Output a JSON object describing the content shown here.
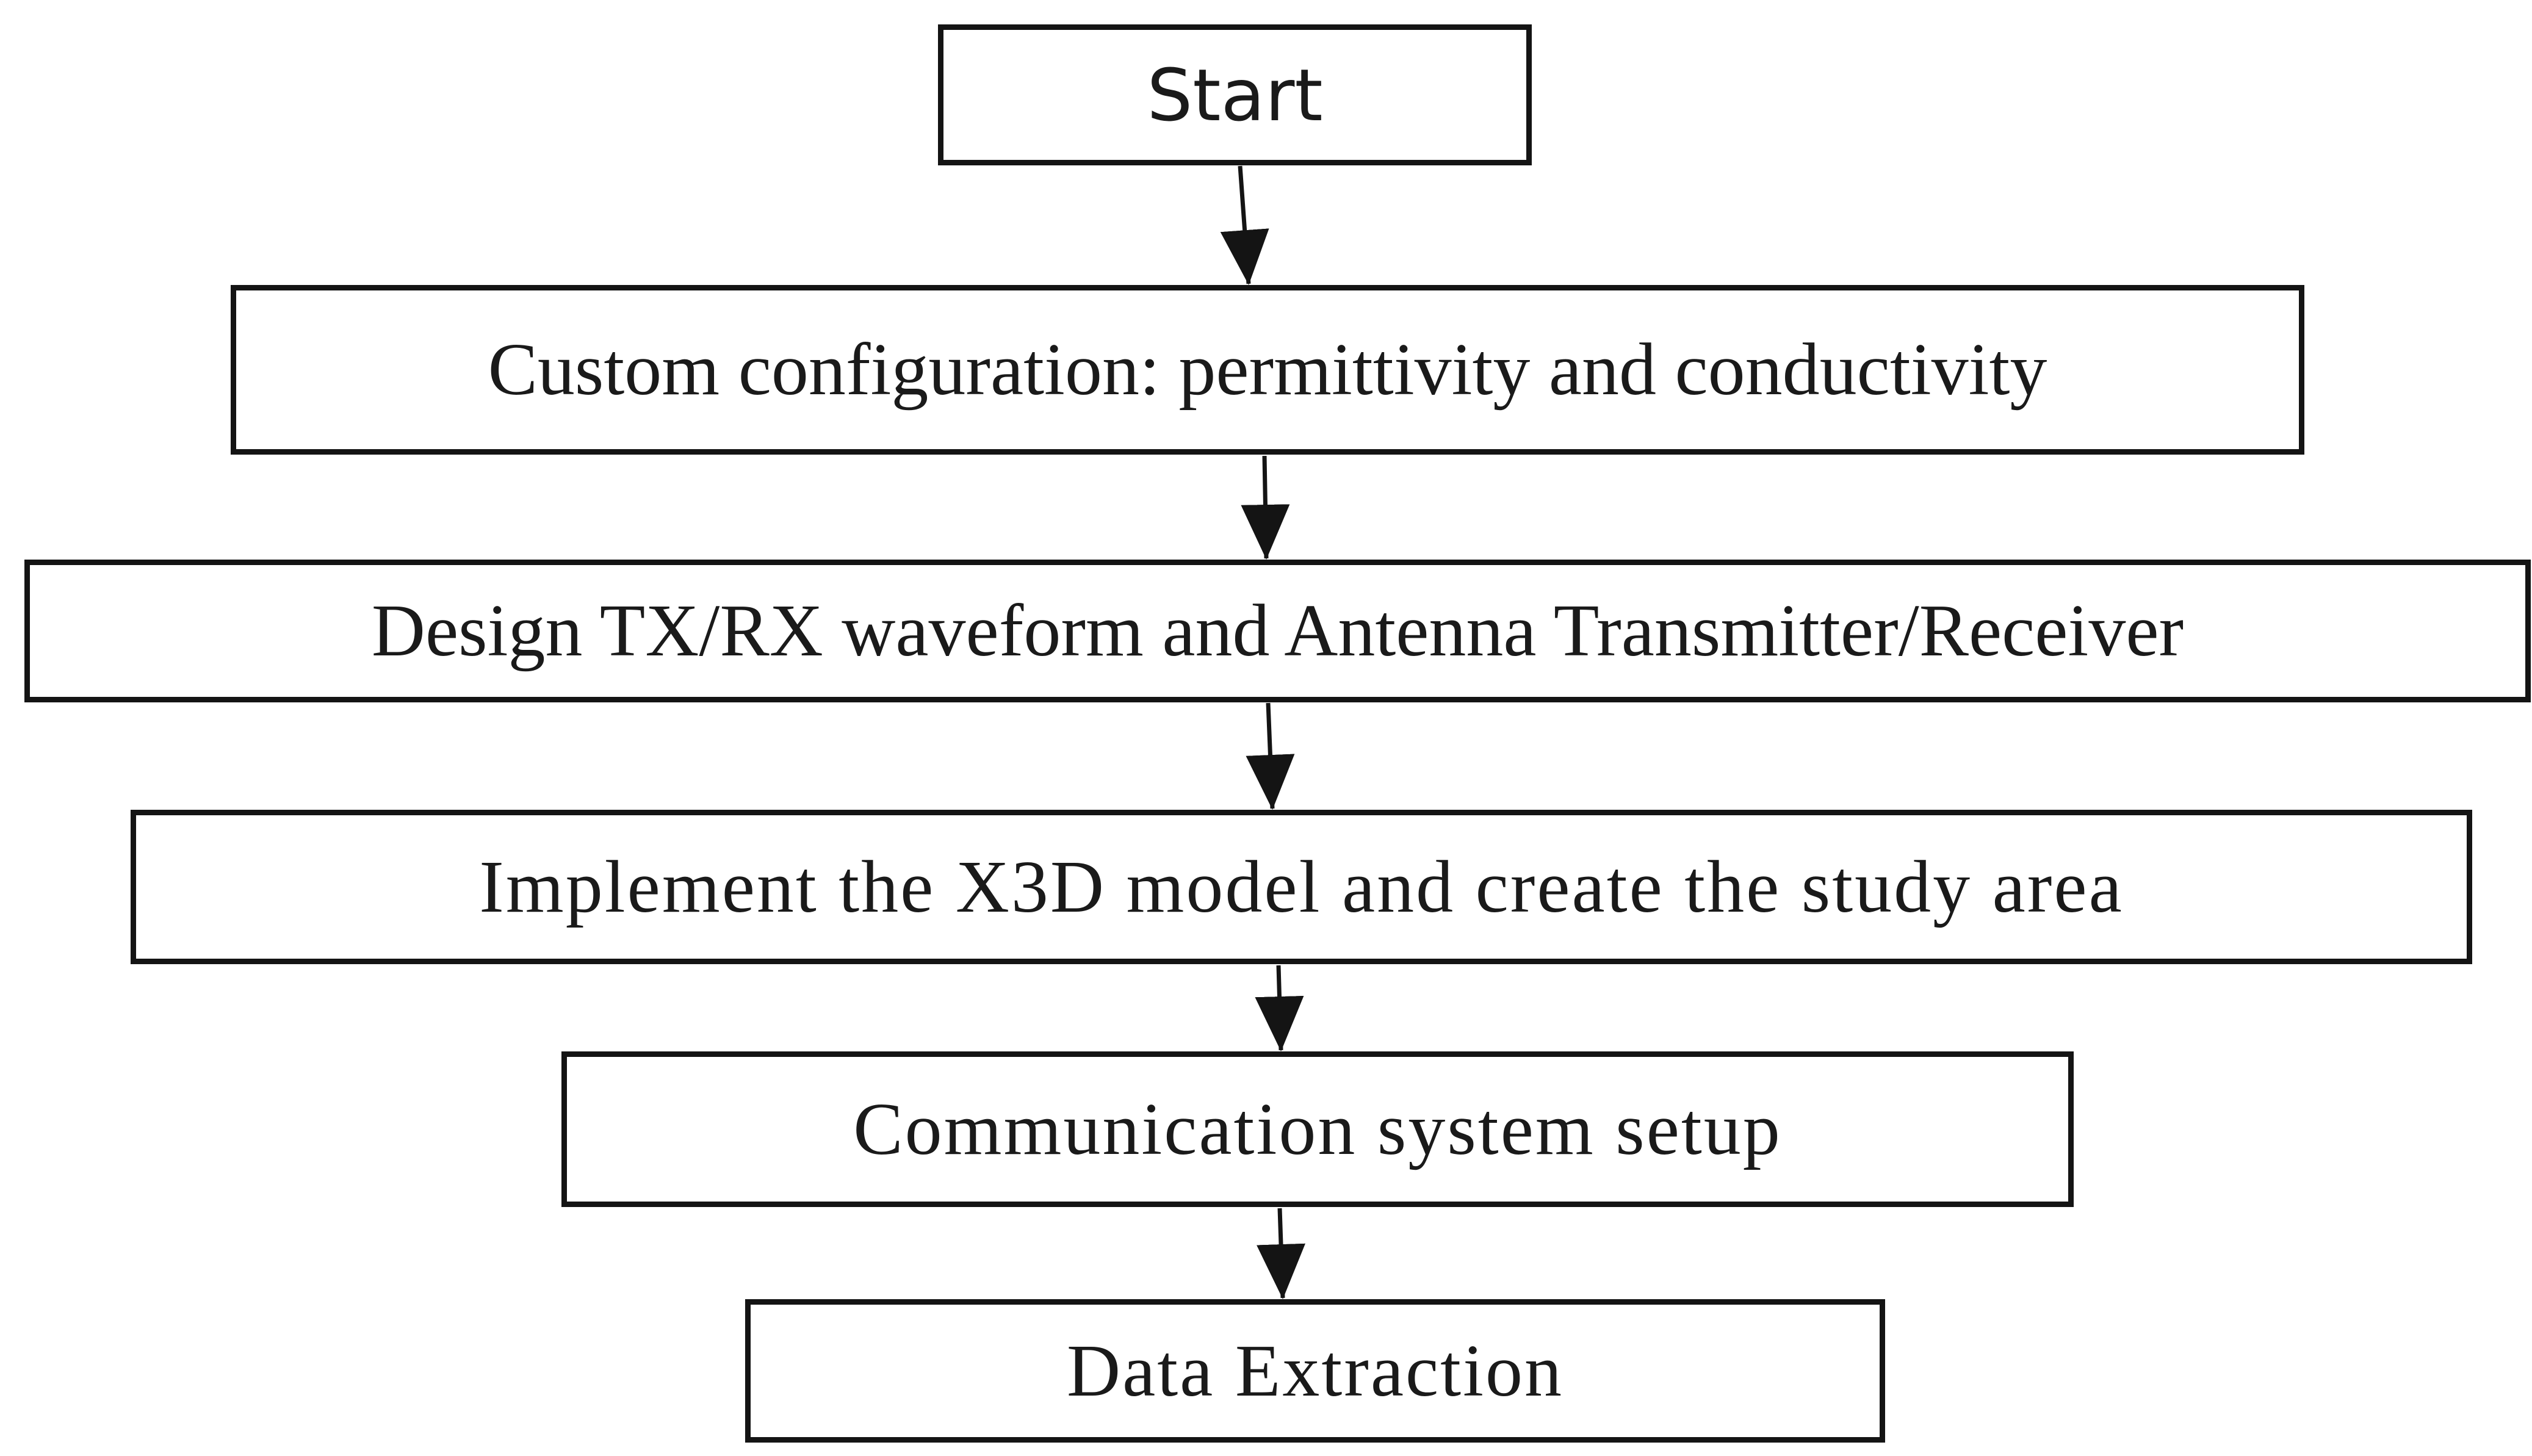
{
  "flowchart": {
    "steps": [
      {
        "id": "start",
        "label": "Start"
      },
      {
        "id": "config",
        "label": "Custom configuration: permittivity and conductivity"
      },
      {
        "id": "design",
        "label": "Design TX/RX waveform and Antenna Transmitter/Receiver"
      },
      {
        "id": "x3d",
        "label": "Implement the X3D model and create the study area"
      },
      {
        "id": "comm",
        "label": "Communication system setup"
      },
      {
        "id": "extract",
        "label": "Data Extraction"
      }
    ]
  }
}
